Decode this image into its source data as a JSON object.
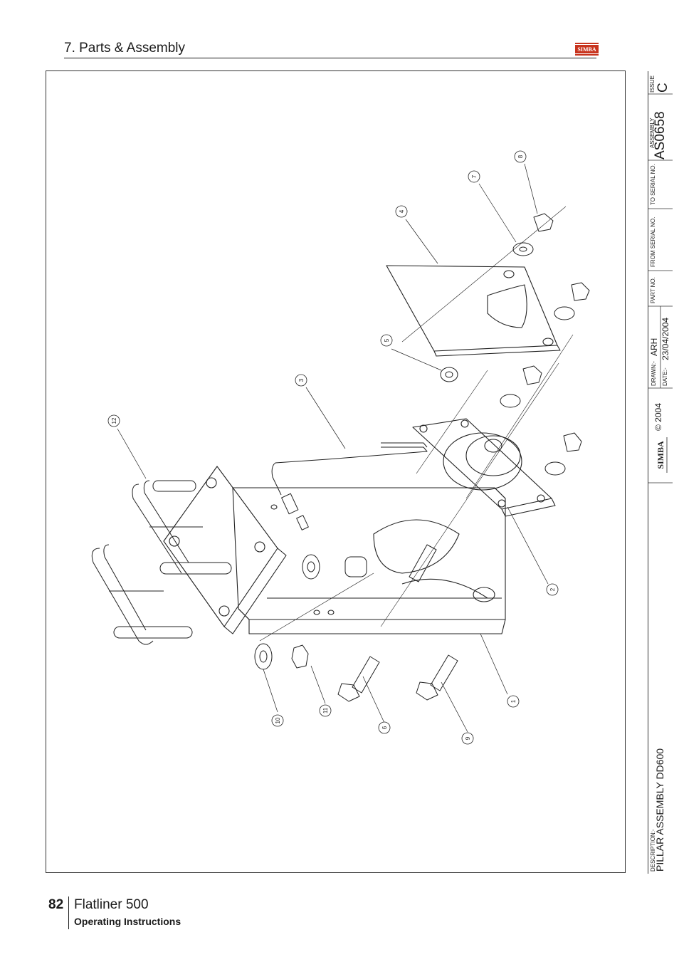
{
  "header": {
    "section_title": "7. Parts & Assembly",
    "logo_text": "SIMBA"
  },
  "title_block": {
    "description_caption": "DESCRIPTION:-",
    "description": "PILLAR ASSEMBLY DD600",
    "logo_text": "SIMBA",
    "copyright": "© 2004",
    "drawn_caption": "DRAWN:-",
    "drawn_value": "ARH",
    "date_caption": "DATE:-",
    "date_value": "23/04/2004",
    "part_no_caption": "PART NO.",
    "from_serial_caption": "FROM SERIAL NO.",
    "to_serial_caption": "TO SERIAL NO.",
    "assembly_caption": "ASSEMBLY",
    "assembly_value": "AS0658",
    "issue_caption": "ISSUE",
    "issue_value": "C"
  },
  "callouts": [
    "1",
    "2",
    "3",
    "4",
    "5",
    "6",
    "7",
    "8",
    "9",
    "10",
    "11",
    "12"
  ],
  "footer": {
    "page_number": "82",
    "product": "Flatliner 500",
    "subtitle": "Operating Instructions"
  }
}
